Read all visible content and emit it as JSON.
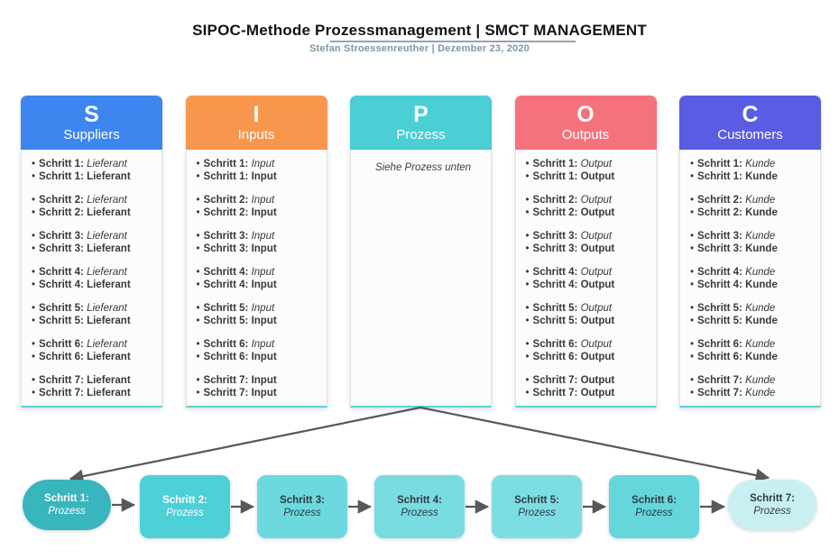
{
  "header": {
    "title": "SIPOC-Methode Prozessmanagement  | SMCT MANAGEMENT",
    "subtitle": "Stefan Stroessenreuther  |  Dezember 23, 2020"
  },
  "sipoc_columns": [
    {
      "letter": "S",
      "name": "Suppliers",
      "header_color": "#3e86ef",
      "items": [
        {
          "label": "Schritt 1:",
          "value": "Lieferant",
          "value_style": "italic"
        },
        {
          "label": "Schritt 1:",
          "value": "Lieferant",
          "value_style": "bold"
        },
        {
          "label": "Schritt 2:",
          "value": "Lieferant",
          "value_style": "italic"
        },
        {
          "label": "Schritt 2:",
          "value": "Lieferant",
          "value_style": "bold"
        },
        {
          "label": "Schritt 3:",
          "value": "Lieferant",
          "value_style": "italic"
        },
        {
          "label": "Schritt 3:",
          "value": "Lieferant",
          "value_style": "bold"
        },
        {
          "label": "Schritt 4:",
          "value": "Lieferant",
          "value_style": "italic"
        },
        {
          "label": "Schritt 4:",
          "value": "Lieferant",
          "value_style": "bold"
        },
        {
          "label": "Schritt 5:",
          "value": "Lieferant",
          "value_style": "italic"
        },
        {
          "label": "Schritt 5:",
          "value": "Lieferant",
          "value_style": "bold"
        },
        {
          "label": "Schritt 6:",
          "value": "Lieferant",
          "value_style": "italic"
        },
        {
          "label": "Schritt 6:",
          "value": "Lieferant",
          "value_style": "bold"
        },
        {
          "label": "Schritt 7:",
          "value": "Lieferant",
          "value_style": "bold"
        },
        {
          "label": "Schritt 7:",
          "value": "Lieferant",
          "value_style": "bold"
        }
      ]
    },
    {
      "letter": "I",
      "name": "Inputs",
      "header_color": "#f8964d",
      "items": [
        {
          "label": "Schritt 1:",
          "value": "Input",
          "value_style": "italic"
        },
        {
          "label": "Schritt 1:",
          "value": "Input",
          "value_style": "bold"
        },
        {
          "label": "Schritt 2:",
          "value": "Input",
          "value_style": "italic"
        },
        {
          "label": "Schritt 2:",
          "value": "Input",
          "value_style": "bold"
        },
        {
          "label": "Schritt 3:",
          "value": "Input",
          "value_style": "italic"
        },
        {
          "label": "Schritt 3:",
          "value": "Input",
          "value_style": "bold"
        },
        {
          "label": "Schritt 4:",
          "value": "Input",
          "value_style": "italic"
        },
        {
          "label": "Schritt 4:",
          "value": "Input",
          "value_style": "bold"
        },
        {
          "label": "Schritt 5:",
          "value": "Input",
          "value_style": "italic"
        },
        {
          "label": "Schritt 5:",
          "value": "Input",
          "value_style": "bold"
        },
        {
          "label": "Schritt 6:",
          "value": "Input",
          "value_style": "italic"
        },
        {
          "label": "Schritt 6:",
          "value": "Input",
          "value_style": "bold"
        },
        {
          "label": "Schritt 7:",
          "value": "Input",
          "value_style": "bold"
        },
        {
          "label": "Schritt 7:",
          "value": "Input",
          "value_style": "bold"
        }
      ]
    },
    {
      "letter": "P",
      "name": "Prozess",
      "header_color": "#49cfd4",
      "note": "Siehe Prozess unten",
      "items": []
    },
    {
      "letter": "O",
      "name": "Outputs",
      "header_color": "#f5717c",
      "items": [
        {
          "label": "Schritt 1:",
          "value": "Output",
          "value_style": "italic"
        },
        {
          "label": "Schritt 1:",
          "value": "Output",
          "value_style": "bold"
        },
        {
          "label": "Schritt 2:",
          "value": "Output",
          "value_style": "italic"
        },
        {
          "label": "Schritt 2:",
          "value": "Output",
          "value_style": "bold"
        },
        {
          "label": "Schritt 3:",
          "value": "Output",
          "value_style": "italic"
        },
        {
          "label": "Schritt 3:",
          "value": "Output",
          "value_style": "bold"
        },
        {
          "label": "Schritt 4:",
          "value": "Output",
          "value_style": "italic"
        },
        {
          "label": "Schritt 4:",
          "value": "Output",
          "value_style": "bold"
        },
        {
          "label": "Schritt 5:",
          "value": "Output",
          "value_style": "italic"
        },
        {
          "label": "Schritt 5:",
          "value": "Output",
          "value_style": "bold"
        },
        {
          "label": "Schritt 6:",
          "value": "Output",
          "value_style": "italic"
        },
        {
          "label": "Schritt 6:",
          "value": "Output",
          "value_style": "bold"
        },
        {
          "label": "Schritt 7:",
          "value": "Output",
          "value_style": "bold"
        },
        {
          "label": "Schritt 7:",
          "value": "Output",
          "value_style": "bold"
        }
      ]
    },
    {
      "letter": "C",
      "name": "Customers",
      "header_color": "#5a5ce4",
      "items": [
        {
          "label": "Schritt 1:",
          "value": "Kunde",
          "value_style": "italic"
        },
        {
          "label": "Schritt 1:",
          "value": "Kunde",
          "value_style": "bold"
        },
        {
          "label": "Schritt 2:",
          "value": "Kunde",
          "value_style": "italic"
        },
        {
          "label": "Schritt 2:",
          "value": "Kunde",
          "value_style": "bold"
        },
        {
          "label": "Schritt 3:",
          "value": "Kunde",
          "value_style": "italic"
        },
        {
          "label": "Schritt 3:",
          "value": "Kunde",
          "value_style": "bold"
        },
        {
          "label": "Schritt 4:",
          "value": "Kunde",
          "value_style": "italic"
        },
        {
          "label": "Schritt 4:",
          "value": "Kunde",
          "value_style": "bold"
        },
        {
          "label": "Schritt 5:",
          "value": "Kunde",
          "value_style": "italic"
        },
        {
          "label": "Schritt 5:",
          "value": "Kunde",
          "value_style": "bold"
        },
        {
          "label": "Schritt 6:",
          "value": "Kunde",
          "value_style": "italic"
        },
        {
          "label": "Schritt 6:",
          "value": "Kunde",
          "value_style": "bold"
        },
        {
          "label": "Schritt 7:",
          "value": "Kunde",
          "value_style": "italic"
        },
        {
          "label": "Schritt 7:",
          "value": "Kunde",
          "value_style": "italic"
        }
      ]
    }
  ],
  "process_flow": {
    "steps": [
      {
        "label": "Schritt 1:",
        "value": "Prozess",
        "shape": "stadium",
        "fill": "#38b5bd",
        "text_color": "#ffffff"
      },
      {
        "label": "Schritt 2:",
        "value": "Prozess",
        "shape": "rounded-rect",
        "fill": "#4ed0d8",
        "text_color": "#ffffff"
      },
      {
        "label": "Schritt 3:",
        "value": "Prozess",
        "shape": "rounded-rect",
        "fill": "#6cd9df",
        "text_color": "#2e3b42"
      },
      {
        "label": "Schritt 4:",
        "value": "Prozess",
        "shape": "rounded-rect",
        "fill": "#79dce1",
        "text_color": "#2e3b42"
      },
      {
        "label": "Schritt 5:",
        "value": "Prozess",
        "shape": "rounded-rect",
        "fill": "#7cdde2",
        "text_color": "#2e3b42"
      },
      {
        "label": "Schritt 6:",
        "value": "Prozess",
        "shape": "rounded-rect",
        "fill": "#64d6dc",
        "text_color": "#2e3b42"
      },
      {
        "label": "Schritt 7:",
        "value": "Prozess",
        "shape": "stadium",
        "fill": "#c8f0f2",
        "text_color": "#2e3b42"
      }
    ],
    "connector_color": "#55585d"
  },
  "accent_colors": {
    "column_body_bottom_border": "#55d3da",
    "title_divider": "#99a3ac"
  }
}
